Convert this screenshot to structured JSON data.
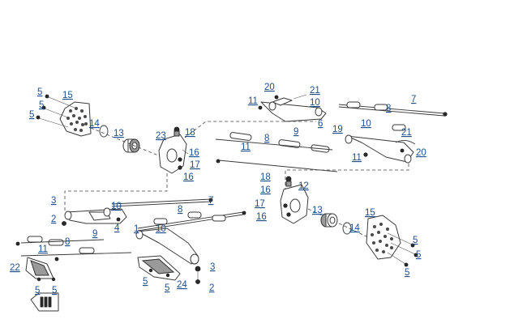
{
  "callouts": [
    {
      "id": "c5a",
      "label": "5"
    },
    {
      "id": "c15a",
      "label": "15"
    },
    {
      "id": "c5b",
      "label": "5"
    },
    {
      "id": "c5c",
      "label": "5"
    },
    {
      "id": "c14a",
      "label": "14"
    },
    {
      "id": "c13a",
      "label": "13"
    },
    {
      "id": "c23",
      "label": "23"
    },
    {
      "id": "c18a",
      "label": "18"
    },
    {
      "id": "c16a",
      "label": "16"
    },
    {
      "id": "c17a",
      "label": "17"
    },
    {
      "id": "c16b",
      "label": "16"
    },
    {
      "id": "c20a",
      "label": "20"
    },
    {
      "id": "c21a",
      "label": "21"
    },
    {
      "id": "c11a",
      "label": "11"
    },
    {
      "id": "c10a",
      "label": "10"
    },
    {
      "id": "c7a",
      "label": "7"
    },
    {
      "id": "c8a",
      "label": "8"
    },
    {
      "id": "c6",
      "label": "6"
    },
    {
      "id": "c9a",
      "label": "9"
    },
    {
      "id": "c8b",
      "label": "8"
    },
    {
      "id": "c11b",
      "label": "11"
    },
    {
      "id": "c19",
      "label": "19"
    },
    {
      "id": "c10b",
      "label": "10"
    },
    {
      "id": "c21b",
      "label": "21"
    },
    {
      "id": "c11c",
      "label": "11"
    },
    {
      "id": "c20b",
      "label": "20"
    },
    {
      "id": "c18b",
      "label": "18"
    },
    {
      "id": "c12",
      "label": "12"
    },
    {
      "id": "c16c",
      "label": "16"
    },
    {
      "id": "c17b",
      "label": "17"
    },
    {
      "id": "c16d",
      "label": "16"
    },
    {
      "id": "c13b",
      "label": "13"
    },
    {
      "id": "c15b",
      "label": "15"
    },
    {
      "id": "c14b",
      "label": "14"
    },
    {
      "id": "c5d",
      "label": "5"
    },
    {
      "id": "c5e",
      "label": "5"
    },
    {
      "id": "c5f",
      "label": "5"
    },
    {
      "id": "c3a",
      "label": "3"
    },
    {
      "id": "c10c",
      "label": "10"
    },
    {
      "id": "c7b",
      "label": "7"
    },
    {
      "id": "c2a",
      "label": "2"
    },
    {
      "id": "c8c",
      "label": "8"
    },
    {
      "id": "c4",
      "label": "4"
    },
    {
      "id": "c9b",
      "label": "9"
    },
    {
      "id": "c8d",
      "label": "8"
    },
    {
      "id": "c11d",
      "label": "11"
    },
    {
      "id": "c1",
      "label": "1"
    },
    {
      "id": "c10d",
      "label": "10"
    },
    {
      "id": "c22",
      "label": "22"
    },
    {
      "id": "c3b",
      "label": "3"
    },
    {
      "id": "c5g",
      "label": "5"
    },
    {
      "id": "c5h",
      "label": "5"
    },
    {
      "id": "c5i",
      "label": "5"
    },
    {
      "id": "c5j",
      "label": "5"
    },
    {
      "id": "c24",
      "label": "24"
    },
    {
      "id": "c2b",
      "label": "2"
    }
  ],
  "colors": {
    "callout": "#1f4f8f",
    "line": "#3a3a3a",
    "fill_grey": "#9a9a9a"
  },
  "icons": {
    "front_direction": "front-arrow-icon"
  }
}
